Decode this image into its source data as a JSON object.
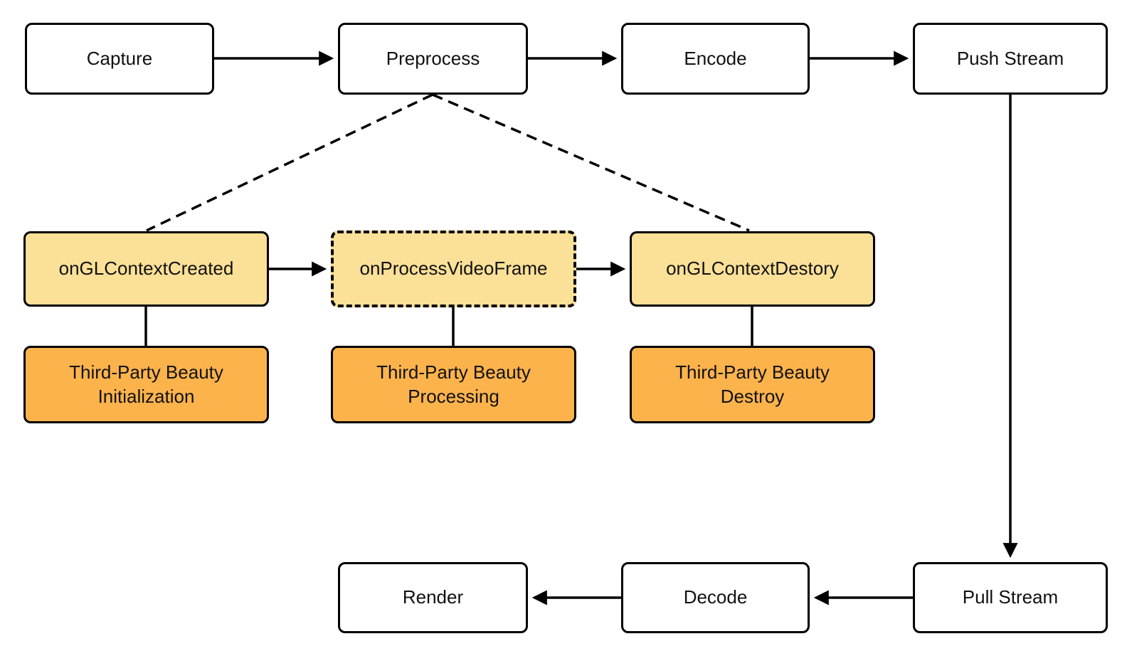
{
  "diagram_type": "flowchart",
  "colors": {
    "background": "#FFFFFF",
    "box_fill": "#FFFFFF",
    "callback_fill": "#FBE097",
    "beauty_fill": "#FCB34C",
    "stroke": "#000000",
    "text": "#111111"
  },
  "nodes": {
    "capture": "Capture",
    "preprocess": "Preprocess",
    "encode": "Encode",
    "push_stream": "Push Stream",
    "on_gl_context_created": "onGLContextCreated",
    "on_process_video_frame": "onProcessVideoFrame",
    "on_gl_context_destory": "onGLContextDestory",
    "beauty_initialization": "Third-Party Beauty Initialization",
    "beauty_processing": "Third-Party Beauty Processing",
    "beauty_destroy": "Third-Party Beauty Destroy",
    "render": "Render",
    "decode": "Decode",
    "pull_stream": "Pull Stream"
  },
  "edges": [
    {
      "from": "Capture",
      "to": "Preprocess",
      "style": "solid-arrow"
    },
    {
      "from": "Preprocess",
      "to": "Encode",
      "style": "solid-arrow"
    },
    {
      "from": "Encode",
      "to": "Push Stream",
      "style": "solid-arrow"
    },
    {
      "from": "Push Stream",
      "to": "Pull Stream",
      "style": "solid-arrow"
    },
    {
      "from": "Pull Stream",
      "to": "Decode",
      "style": "solid-arrow"
    },
    {
      "from": "Decode",
      "to": "Render",
      "style": "solid-arrow"
    },
    {
      "from": "onGLContextCreated",
      "to": "onProcessVideoFrame",
      "style": "solid-arrow"
    },
    {
      "from": "onProcessVideoFrame",
      "to": "onGLContextDestory",
      "style": "solid-arrow"
    },
    {
      "from": "Preprocess",
      "to": "onGLContextCreated",
      "style": "dashed-line"
    },
    {
      "from": "Preprocess",
      "to": "onGLContextDestory",
      "style": "dashed-line"
    },
    {
      "from": "onGLContextCreated",
      "to": "Third-Party Beauty Initialization",
      "style": "plain-line"
    },
    {
      "from": "onProcessVideoFrame",
      "to": "Third-Party Beauty Processing",
      "style": "plain-line"
    },
    {
      "from": "onGLContextDestory",
      "to": "Third-Party Beauty Destroy",
      "style": "plain-line"
    }
  ]
}
